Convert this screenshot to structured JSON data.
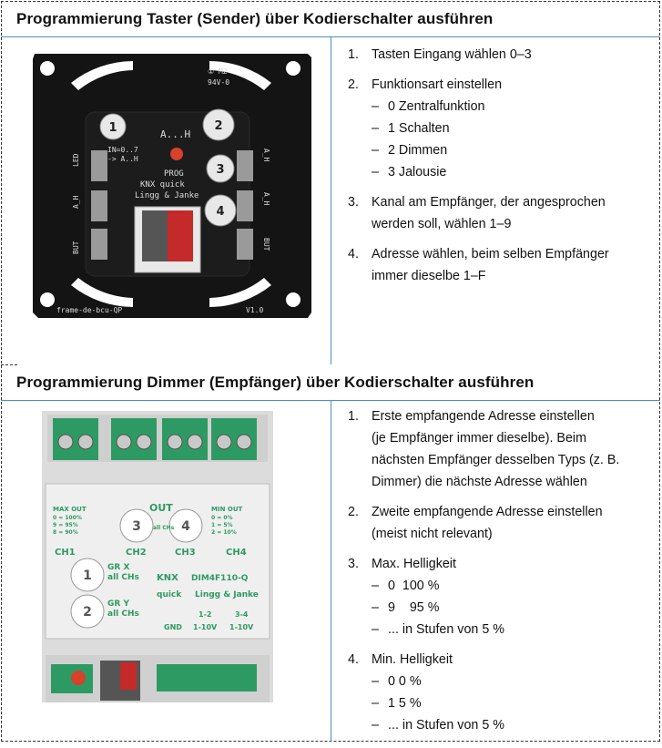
{
  "section1": {
    "title": "Programmierung Taster (Sender) über Kodierschalter ausführen",
    "device": {
      "marks": [
        "① M2",
        "94V-0"
      ],
      "labels": {
        "led": "LED",
        "ah": "A_H",
        "but": "BUT",
        "dial_label": "A...H",
        "in_range": "IN=0..7",
        "arrow": "-> A..H",
        "prog": "PROG",
        "knx": "KNX quick",
        "brand": "Lingg & Janke",
        "footer_left": "frame-de-bcu-QP",
        "footer_right": "V1.0"
      },
      "dials": [
        "1",
        "2",
        "3",
        "4"
      ]
    },
    "items": [
      {
        "num": "1.",
        "lines": [
          "Tasten Eingang wählen 0–3"
        ]
      },
      {
        "num": "2.",
        "lines": [
          "Funktionsart einstellen"
        ],
        "subs": [
          {
            "dash": "–",
            "text": "0  Zentralfunktion"
          },
          {
            "dash": "–",
            "text": "1  Schalten"
          },
          {
            "dash": "–",
            "text": "2  Dimmen"
          },
          {
            "dash": "–",
            "text": "3  Jalousie"
          }
        ]
      },
      {
        "num": "3.",
        "lines": [
          "Kanal am Empfänger, der angesprochen",
          "werden soll, wählen 1–9"
        ]
      },
      {
        "num": "4.",
        "lines": [
          "Adresse wählen, beim selben Empfänger",
          "immer dieselbe 1–F"
        ]
      }
    ]
  },
  "section2": {
    "title": "Programmierung Dimmer (Empfänger) über Kodierschalter ausführen",
    "device": {
      "out": "OUT",
      "max_out": "MAX OUT",
      "max_vals": [
        "0 = 100%",
        "9 = 95%",
        "8 = 90%"
      ],
      "min_out": "MIN OUT",
      "min_vals": [
        "0 = 0%",
        "1 = 5%",
        "2 = 10%"
      ],
      "all_chs": "all CHs",
      "channels": [
        "CH1",
        "CH2",
        "CH3",
        "CH4"
      ],
      "gr_x": [
        "GR X",
        "all CHs"
      ],
      "gr_y": [
        "GR Y",
        "all CHs"
      ],
      "knx": "KNX",
      "quick": "quick",
      "model": "DIM4F110-Q",
      "brand": "Lingg & Janke",
      "gnd": "GND",
      "ch12": [
        "1-2",
        "1-10V"
      ],
      "ch34": [
        "3-4",
        "1-10V"
      ],
      "dials": [
        "1",
        "2",
        "3",
        "4"
      ]
    },
    "items": [
      {
        "num": "1.",
        "lines": [
          "Erste empfangende Adresse einstellen",
          "(je Empfänger immer dieselbe). Beim",
          "nächsten Empfänger desselben Typs (z. B.",
          "Dimmer) die nächste Adresse wählen"
        ]
      },
      {
        "num": "2.",
        "lines": [
          "Zweite empfangende Adresse einstellen",
          "(meist nicht relevant)"
        ]
      },
      {
        "num": "3.",
        "lines": [
          "Max. Helligkeit"
        ],
        "subs": [
          {
            "dash": "–",
            "text": "0  100 %"
          },
          {
            "dash": "–",
            "text": "9    95 %"
          },
          {
            "dash": "–",
            "text": "... in Stufen von 5 %"
          }
        ]
      },
      {
        "num": "4.",
        "lines": [
          "Min. Helligkeit"
        ],
        "subs": [
          {
            "dash": "–",
            "text": "0  0 %"
          },
          {
            "dash": "–",
            "text": "1  5 %"
          },
          {
            "dash": "–",
            "text": "... in Stufen von 5 %"
          }
        ]
      }
    ]
  }
}
